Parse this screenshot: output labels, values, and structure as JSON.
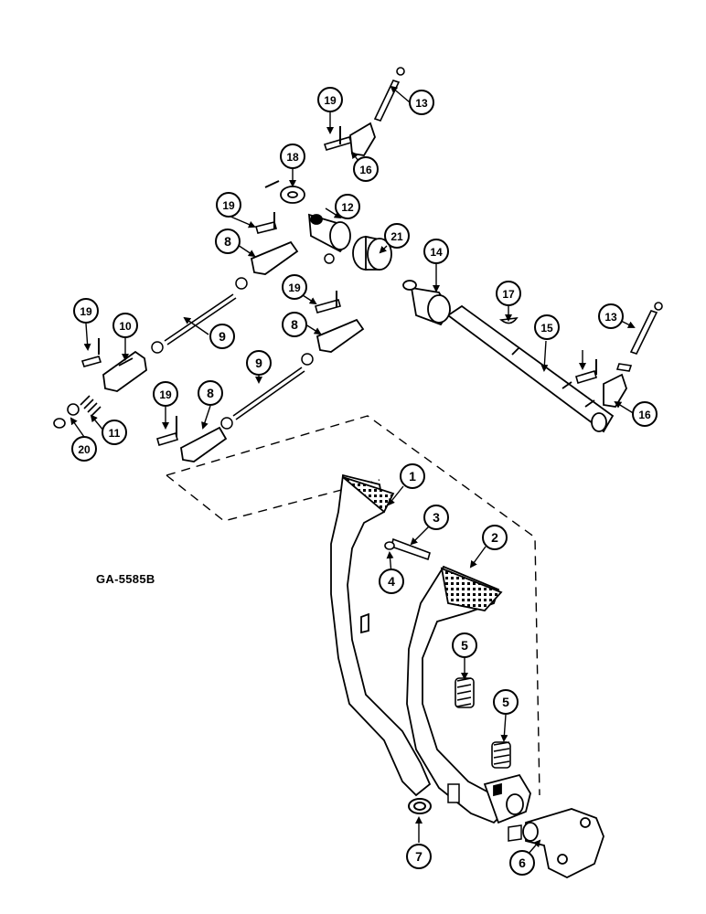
{
  "figure_code": "GA-5585B",
  "colors": {
    "ink": "#000000",
    "paper": "#ffffff"
  },
  "callouts": [
    {
      "key": "c1",
      "number": "1"
    },
    {
      "key": "c2",
      "number": "2"
    },
    {
      "key": "c3",
      "number": "3"
    },
    {
      "key": "c4",
      "number": "4"
    },
    {
      "key": "c5a",
      "number": "5"
    },
    {
      "key": "c5b",
      "number": "5"
    },
    {
      "key": "c6",
      "number": "6"
    },
    {
      "key": "c7",
      "number": "7"
    },
    {
      "key": "c8a",
      "number": "8"
    },
    {
      "key": "c8b",
      "number": "8"
    },
    {
      "key": "c8c",
      "number": "8"
    },
    {
      "key": "c9a",
      "number": "9"
    },
    {
      "key": "c9b",
      "number": "9"
    },
    {
      "key": "c10",
      "number": "10"
    },
    {
      "key": "c11",
      "number": "11"
    },
    {
      "key": "c12",
      "number": "12"
    },
    {
      "key": "c13a",
      "number": "13"
    },
    {
      "key": "c13b",
      "number": "13"
    },
    {
      "key": "c14",
      "number": "14"
    },
    {
      "key": "c15",
      "number": "15"
    },
    {
      "key": "c16a",
      "number": "16"
    },
    {
      "key": "c16b",
      "number": "16"
    },
    {
      "key": "c17",
      "number": "17"
    },
    {
      "key": "c18",
      "number": "18"
    },
    {
      "key": "c19a",
      "number": "19"
    },
    {
      "key": "c19b",
      "number": "19"
    },
    {
      "key": "c19c",
      "number": "19"
    },
    {
      "key": "c19d",
      "number": "19"
    },
    {
      "key": "c19e",
      "number": "19"
    },
    {
      "key": "c20",
      "number": "20"
    },
    {
      "key": "c21",
      "number": "21"
    }
  ]
}
